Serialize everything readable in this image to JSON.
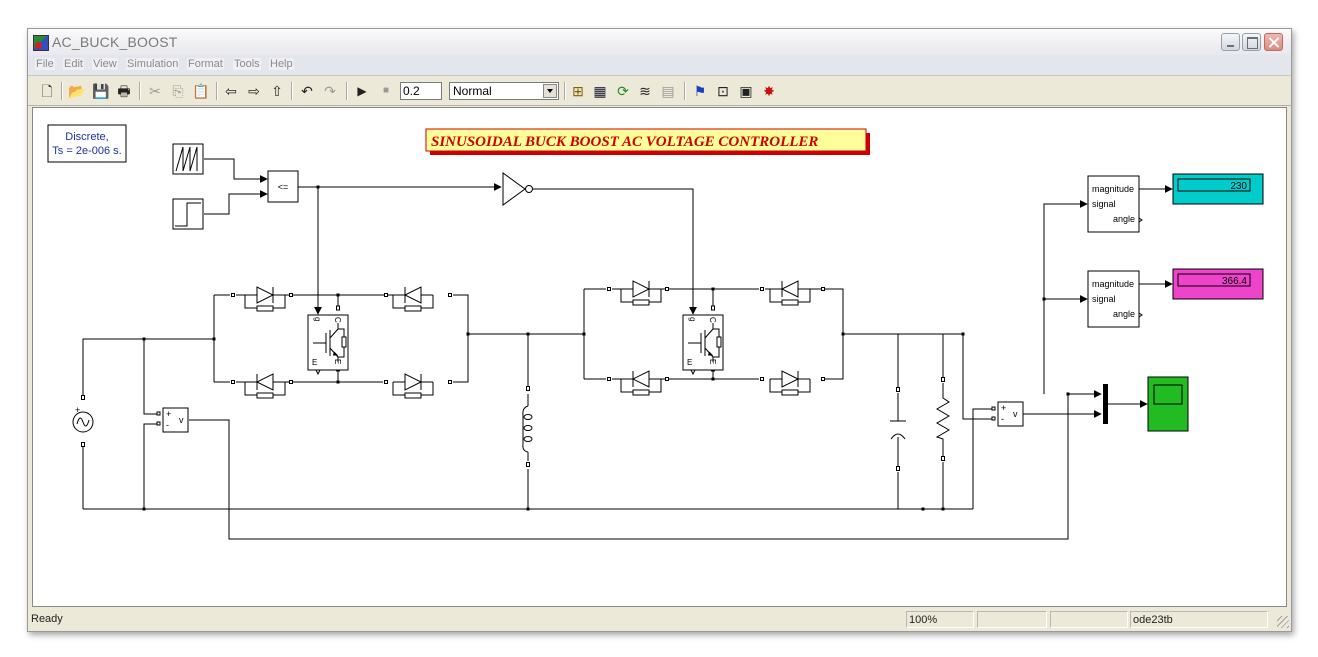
{
  "window": {
    "title": "AC_BUCK_BOOST",
    "controls": [
      "minimize",
      "maximize",
      "close"
    ]
  },
  "menubar": {
    "items": [
      "File",
      "Edit",
      "View",
      "Simulation",
      "Format",
      "Tools",
      "Help"
    ]
  },
  "toolbar": {
    "buttons": [
      {
        "name": "new-model",
        "icon": "new-document-icon",
        "glyph": "🗋"
      },
      {
        "name": "open",
        "icon": "folder-open-icon",
        "glyph": "📂"
      },
      {
        "name": "save",
        "icon": "floppy-disk-icon",
        "glyph": "💾"
      },
      {
        "name": "print",
        "icon": "printer-icon",
        "glyph": "🖶"
      },
      {
        "name": "cut",
        "icon": "scissors-icon",
        "glyph": "✂"
      },
      {
        "name": "copy",
        "icon": "copy-icon",
        "glyph": "⎘"
      },
      {
        "name": "paste",
        "icon": "clipboard-icon",
        "glyph": "📋"
      },
      {
        "name": "back",
        "icon": "arrow-left-icon",
        "glyph": "⇦"
      },
      {
        "name": "forward",
        "icon": "arrow-right-icon",
        "glyph": "⇨"
      },
      {
        "name": "up",
        "icon": "arrow-up-icon",
        "glyph": "⇧"
      },
      {
        "name": "undo",
        "icon": "undo-icon",
        "glyph": "↶"
      },
      {
        "name": "redo",
        "icon": "redo-icon",
        "glyph": "↷"
      },
      {
        "name": "start-simulation",
        "icon": "play-icon",
        "glyph": "▶"
      },
      {
        "name": "stop-simulation",
        "icon": "stop-icon",
        "glyph": "■"
      },
      {
        "name": "build",
        "icon": "build-icon",
        "glyph": "⊞"
      },
      {
        "name": "update-diagram",
        "icon": "update-icon",
        "glyph": "▦"
      },
      {
        "name": "refresh",
        "icon": "refresh-icon",
        "glyph": "⟳"
      },
      {
        "name": "library-browser",
        "icon": "library-icon",
        "glyph": "≋"
      },
      {
        "name": "model-explorer",
        "icon": "explorer-icon",
        "glyph": "▤"
      },
      {
        "name": "debug",
        "icon": "debug-icon",
        "glyph": "⚑"
      },
      {
        "name": "profiler",
        "icon": "zoom-view-icon",
        "glyph": "⊡"
      },
      {
        "name": "properties",
        "icon": "properties-icon",
        "glyph": "▣"
      },
      {
        "name": "stop-sign",
        "icon": "bug-icon",
        "glyph": "✸"
      }
    ],
    "stop_time": "0.2",
    "simulation_mode": "Normal"
  },
  "diagram": {
    "title": "SINUSOIDAL BUCK BOOST AC VOLTAGE CONTROLLER",
    "powergui": {
      "line1": "Discrete,",
      "line2": "Ts = 2e-006 s."
    },
    "relational_operator": "<=",
    "voltage_measurement": {
      "plus": "+",
      "minus": "-",
      "label": "v"
    },
    "igbt_labels": {
      "gate": "g",
      "collector": "C",
      "emitter": "E"
    },
    "fourier_blocks": [
      {
        "magnitude": "magnitude",
        "signal": "signal",
        "angle": "angle"
      },
      {
        "magnitude": "magnitude",
        "signal": "signal",
        "angle": "angle"
      }
    ],
    "displays": [
      {
        "value": "230",
        "color": "#00cccc"
      },
      {
        "value": "366.4",
        "color": "#ee44cc"
      }
    ],
    "scope_color": "#22bb22",
    "title_bg": "#ffff99",
    "title_color": "#cc0000"
  },
  "statusbar": {
    "status": "Ready",
    "zoom": "100%",
    "solver": "ode23tb"
  }
}
